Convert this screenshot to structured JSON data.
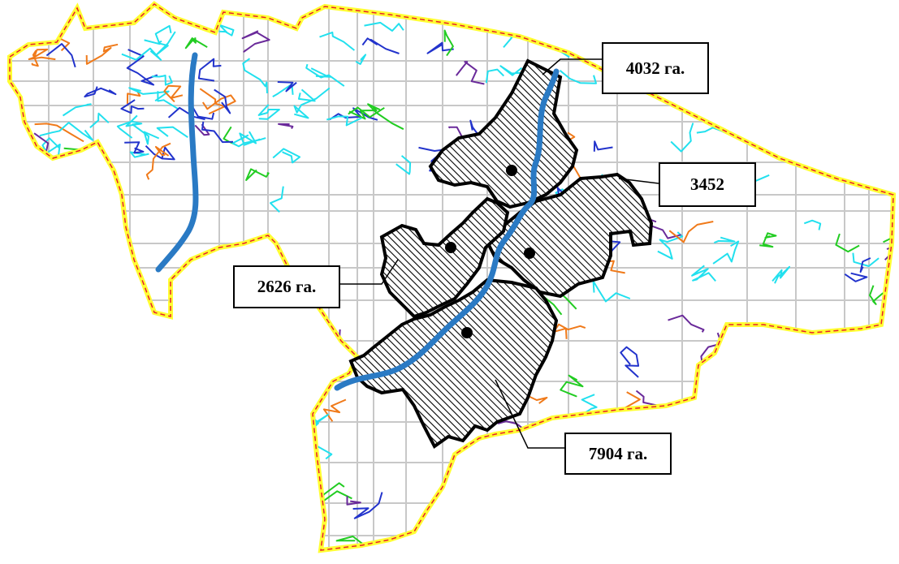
{
  "map": {
    "colors": {
      "boundary_fill": "#ffff33",
      "boundary_dash": "#e8202a",
      "river": "#2a7ac4",
      "zone_outline": "#000000",
      "zone_hatch_bg": "#ffffff",
      "grid": "#c8c8c8",
      "parcels_cyan": "#22e0ee",
      "parcels_blue": "#2233cc",
      "parcels_green": "#22cc22",
      "parcels_orange": "#f07a1a",
      "parcels_purple": "#6a2a9a"
    },
    "zones": [
      {
        "id": "north",
        "area_label": "4032 га."
      },
      {
        "id": "east",
        "area_label": "3452"
      },
      {
        "id": "west",
        "area_label": "2626 га."
      },
      {
        "id": "south",
        "area_label": "7904 га."
      }
    ]
  }
}
